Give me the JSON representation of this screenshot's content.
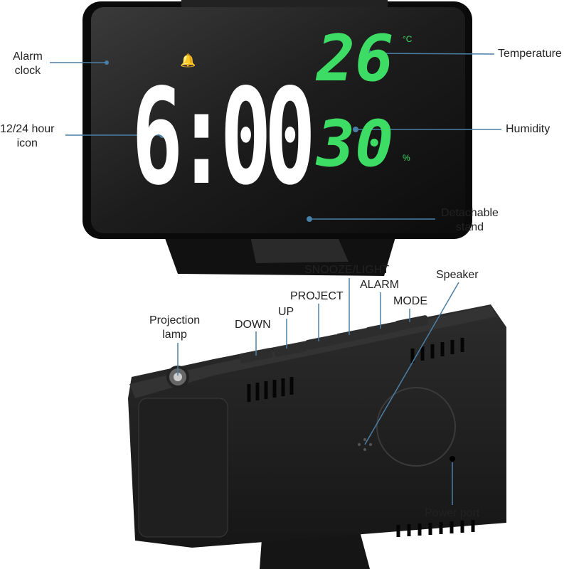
{
  "display": {
    "time": "6:00",
    "temperature": "26",
    "temperature_unit": "°C",
    "humidity": "30",
    "humidity_unit": "%"
  },
  "callouts": {
    "alarm_clock": [
      "Alarm",
      "clock"
    ],
    "hour_icon": [
      "12/24 hour",
      "icon"
    ],
    "temperature": "Temperature",
    "humidity": "Humidity",
    "stand": [
      "Detachable",
      "stand"
    ],
    "snooze_light": "SNOOZE/LIGHT",
    "alarm": "ALARM",
    "project": "PROJECT",
    "mode": "MODE",
    "up": "UP",
    "down": "DOWN",
    "speaker": "Speaker",
    "projection_lamp": [
      "Projection",
      "lamp"
    ],
    "power_port": "Power port"
  },
  "colors": {
    "digit_white": "#ffffff",
    "digit_green": "#3ddc64",
    "callout_line": "#4a7fa6",
    "body": "#1a1a1a"
  }
}
